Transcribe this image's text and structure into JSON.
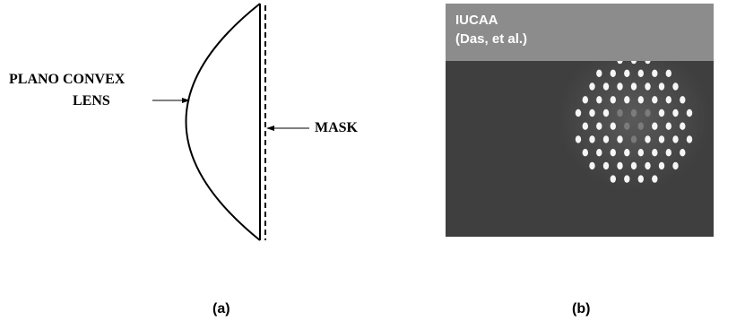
{
  "figure_a": {
    "label_lens_line1": "PLANO CONVEX",
    "label_lens_line2": "LENS",
    "label_mask": "MASK",
    "caption": "(a)"
  },
  "figure_b": {
    "credit_line1": "IUCAA",
    "credit_line2": "(Das, et al.)",
    "caption": "(b)"
  },
  "colors": {
    "photo_background": "#3f3f3f",
    "photo_header_band": "#8c8c8c",
    "spot_bright": "#ffffff",
    "spot_dim": "#9a9a9a"
  }
}
